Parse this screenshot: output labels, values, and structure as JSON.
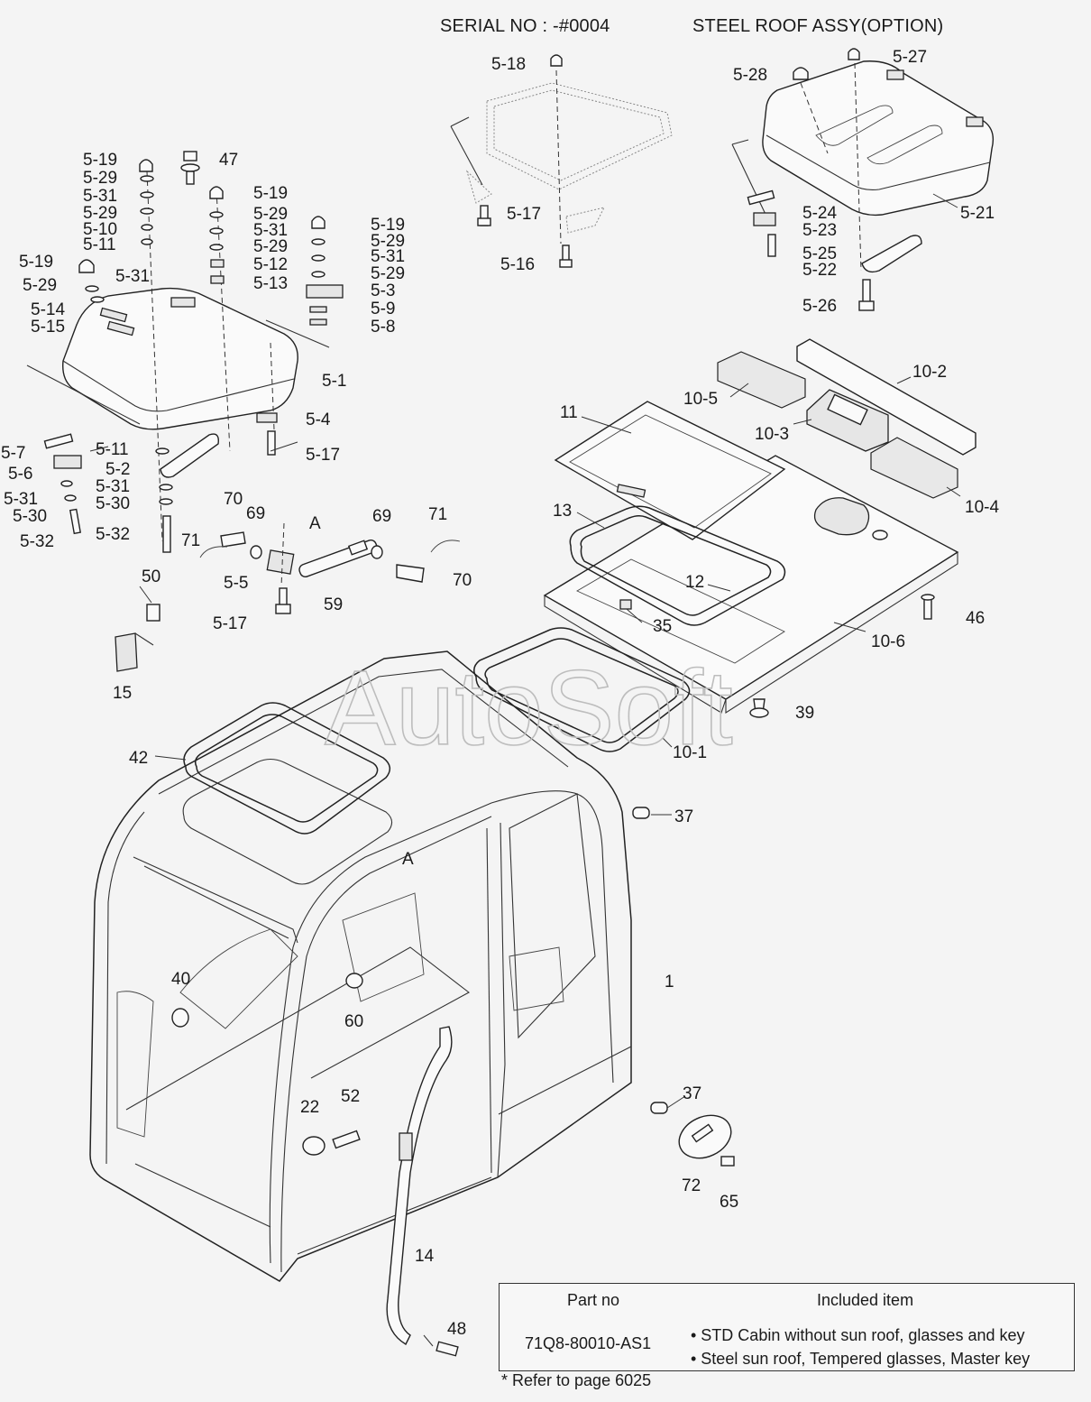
{
  "header": {
    "serial": "SERIAL NO : -#0004",
    "option": "STEEL ROOF ASSY(OPTION)"
  },
  "watermark": "AutoSoft",
  "callouts": [
    "5-18",
    "5-17",
    "5-16",
    "5-28",
    "5-27",
    "5-24",
    "5-23",
    "5-25",
    "5-22",
    "5-21",
    "5-26",
    "5-19",
    "5-29",
    "5-31",
    "5-29",
    "5-10",
    "5-11",
    "47",
    "5-19",
    "5-29",
    "5-31",
    "5-29",
    "5-12",
    "5-13",
    "5-19",
    "5-29",
    "5-31",
    "5-29",
    "5-3",
    "5-9",
    "5-8",
    "5-19",
    "5-29",
    "5-31",
    "5-14",
    "5-15",
    "5-1",
    "5-4",
    "5-17",
    "5-7",
    "5-6",
    "5-31",
    "5-30",
    "5-32",
    "5-11",
    "5-2",
    "5-31",
    "5-30",
    "5-32",
    "70",
    "69",
    "A",
    "69",
    "71",
    "71",
    "5-5",
    "59",
    "70",
    "5-17",
    "50",
    "15",
    "10-2",
    "10-5",
    "10-3",
    "10-4",
    "11",
    "13",
    "12",
    "35",
    "10-6",
    "46",
    "39",
    "42",
    "10-1",
    "37",
    "A",
    "40",
    "1",
    "60",
    "22",
    "52",
    "37",
    "72",
    "65",
    "14",
    "48"
  ],
  "table": {
    "col_part": "Part no",
    "col_included": "Included item",
    "part_no": "71Q8-80010-AS1",
    "items": [
      "• STD Cabin without sun roof, glasses and key",
      "• Steel sun roof, Tempered glasses, Master key"
    ]
  },
  "footnote": "* Refer to page 6025"
}
